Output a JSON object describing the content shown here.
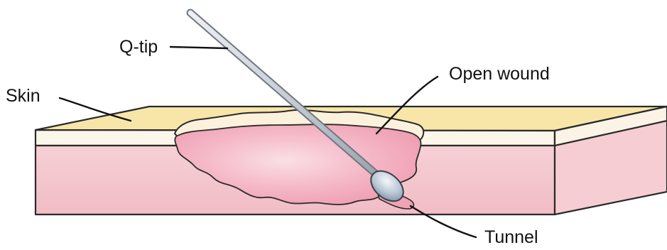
{
  "labels": {
    "qtip": "Q-tip",
    "skin": "Skin",
    "open_wound": "Open wound",
    "tunnel": "Tunnel"
  },
  "colors": {
    "skin_top": "#f8e6a8",
    "dermis_front": "#f4c6cd",
    "dermis_side": "#f2c2c8",
    "wound": "#f3a9bb",
    "wound_center": "#f8d3dc",
    "qtip_stick": "#cfd3d8",
    "qtip_head": "#b8c8d8",
    "outline": "#2a2a2a"
  }
}
